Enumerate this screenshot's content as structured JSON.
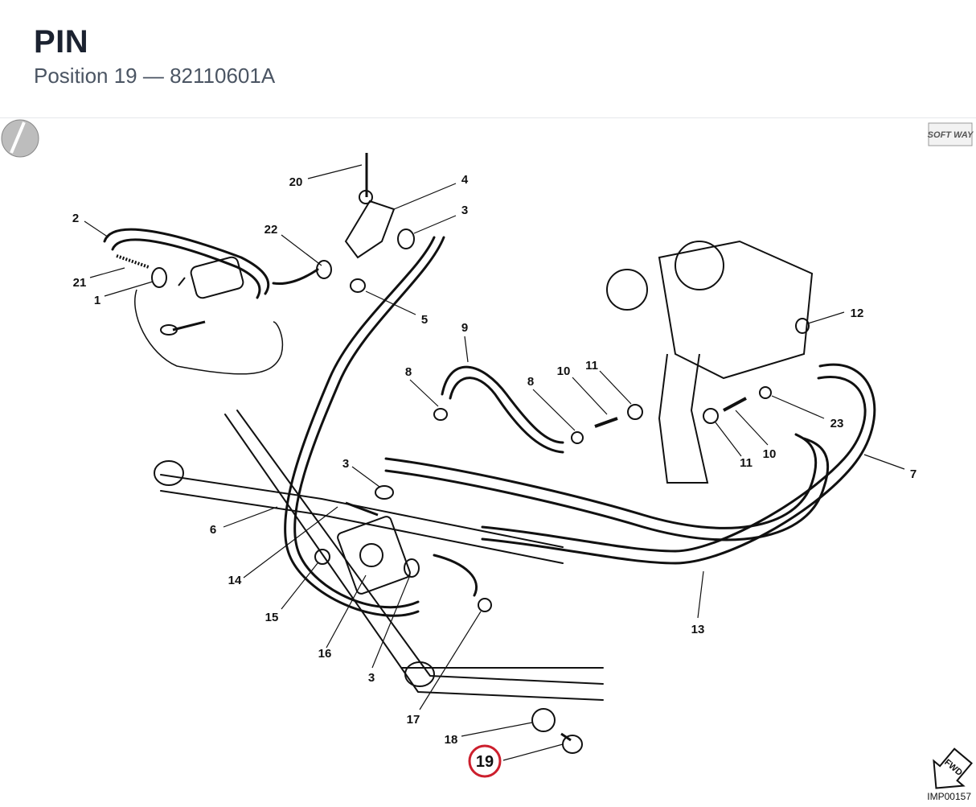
{
  "header": {
    "title": "PIN",
    "subtitle": "Position 19 — 82110601A"
  },
  "drawing": {
    "highlight_color": "#cc1f2d",
    "brand_logo_text": "SOFT WAY",
    "fwd_label": "FWD",
    "image_code": "IMP00157",
    "callouts": [
      "20",
      "4",
      "3",
      "2",
      "22",
      "21",
      "1",
      "5",
      "9",
      "12",
      "8",
      "8",
      "10",
      "11",
      "23",
      "3",
      "7",
      "6",
      "14",
      "15",
      "16",
      "3",
      "13",
      "11",
      "10",
      "17",
      "18",
      "19"
    ]
  }
}
